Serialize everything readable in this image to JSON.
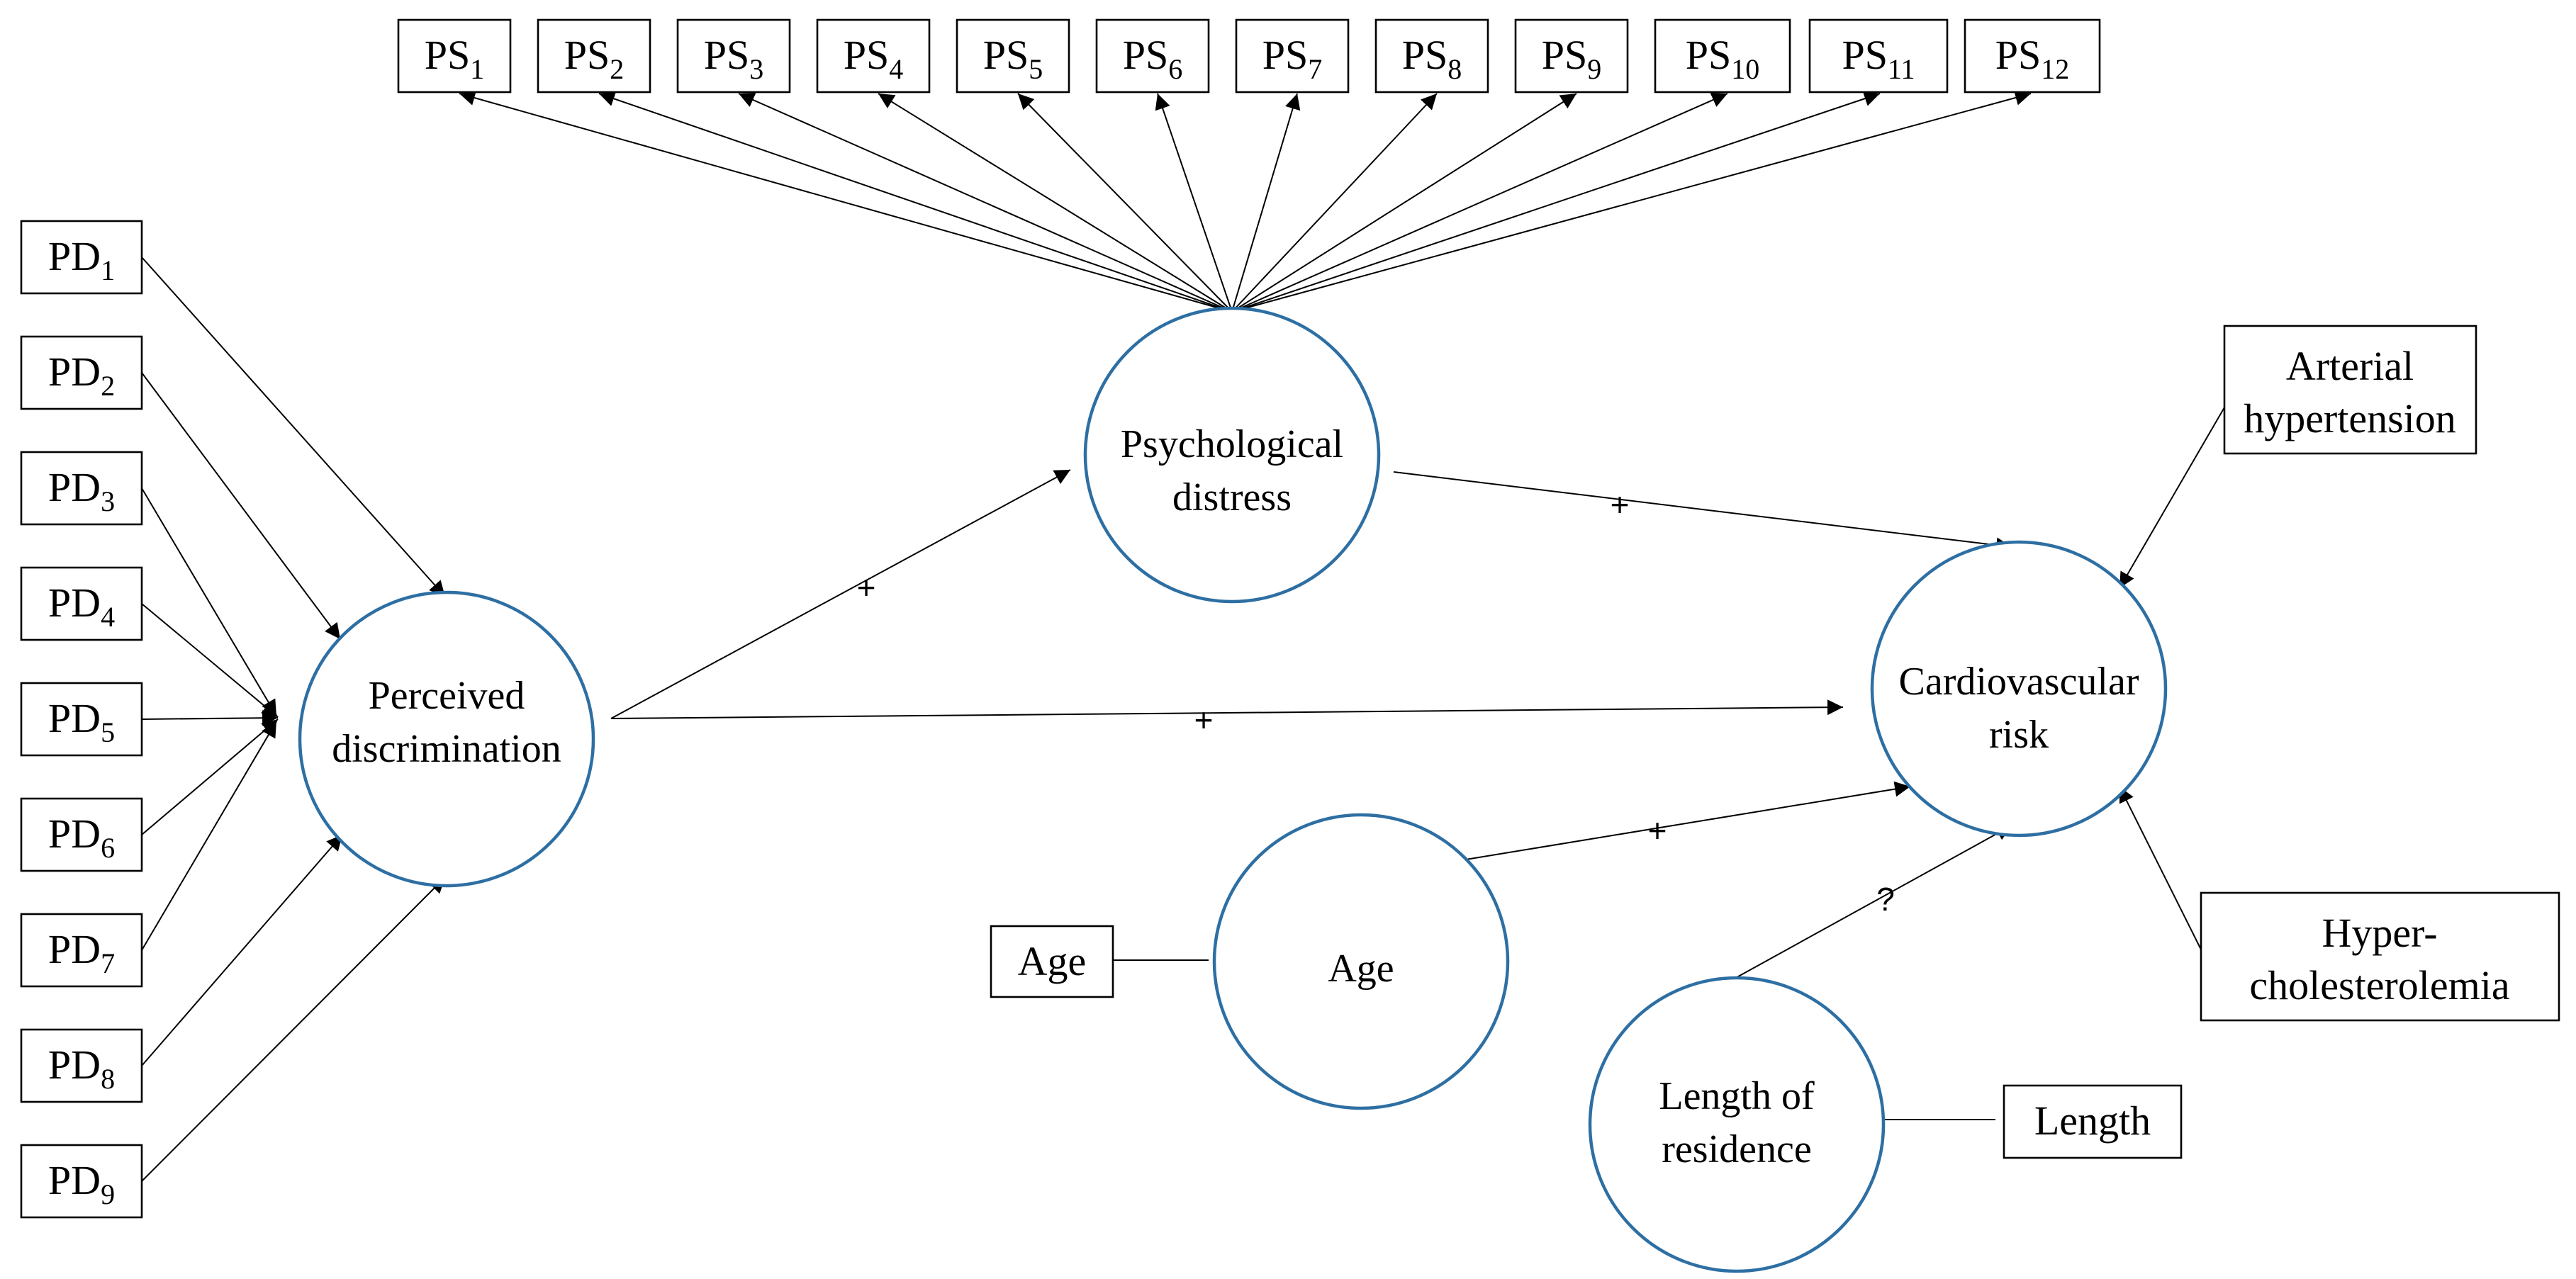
{
  "indicators": {
    "pd": [
      {
        "base": "PD",
        "sub": "1"
      },
      {
        "base": "PD",
        "sub": "2"
      },
      {
        "base": "PD",
        "sub": "3"
      },
      {
        "base": "PD",
        "sub": "4"
      },
      {
        "base": "PD",
        "sub": "5"
      },
      {
        "base": "PD",
        "sub": "6"
      },
      {
        "base": "PD",
        "sub": "7"
      },
      {
        "base": "PD",
        "sub": "8"
      },
      {
        "base": "PD",
        "sub": "9"
      }
    ],
    "ps": [
      {
        "base": "PS",
        "sub": "1"
      },
      {
        "base": "PS",
        "sub": "2"
      },
      {
        "base": "PS",
        "sub": "3"
      },
      {
        "base": "PS",
        "sub": "4"
      },
      {
        "base": "PS",
        "sub": "5"
      },
      {
        "base": "PS",
        "sub": "6"
      },
      {
        "base": "PS",
        "sub": "7"
      },
      {
        "base": "PS",
        "sub": "8"
      },
      {
        "base": "PS",
        "sub": "9"
      },
      {
        "base": "PS",
        "sub": "10"
      },
      {
        "base": "PS",
        "sub": "11"
      },
      {
        "base": "PS",
        "sub": "12"
      }
    ],
    "arterial": [
      "Arterial",
      "hypertension"
    ],
    "hyper": [
      "Hyper-",
      "cholesterolemia"
    ],
    "age_box": "Age",
    "length_box": "Length"
  },
  "constructs": {
    "perceived": [
      "Perceived",
      "discrimination"
    ],
    "psych": [
      "Psychological",
      "distress"
    ],
    "cardio": [
      "Cardiovascular",
      "risk"
    ],
    "age": [
      "Age"
    ],
    "length": [
      "Length of",
      "residence"
    ]
  },
  "paths": {
    "pd_to_psych": "+",
    "psych_to_cardio": "+",
    "pd_to_cardio": "+",
    "age_to_cardio": "+",
    "length_to_cardio": "?"
  },
  "colors": {
    "construct_stroke": "#2e6fa3",
    "line": "#000000"
  }
}
